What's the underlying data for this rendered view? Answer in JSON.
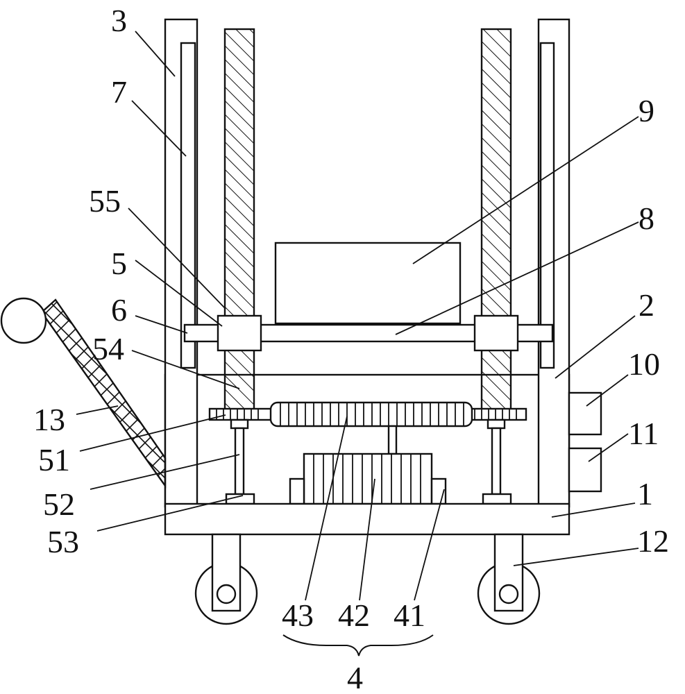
{
  "colors": {
    "stroke": "#111111",
    "fill": "#ffffff"
  },
  "labels": {
    "l1": "1",
    "l2": "2",
    "l3": "3",
    "l4": "4",
    "l5": "5",
    "l6": "6",
    "l7": "7",
    "l8": "8",
    "l9": "9",
    "l10": "10",
    "l11": "11",
    "l12": "12",
    "l13": "13",
    "l41": "41",
    "l42": "42",
    "l43": "43",
    "l51": "51",
    "l52": "52",
    "l53": "53",
    "l54": "54",
    "l55": "55"
  }
}
